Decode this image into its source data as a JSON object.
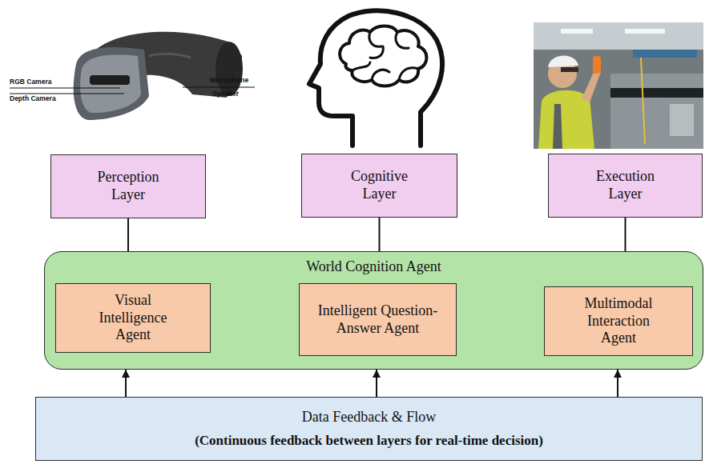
{
  "diagram": {
    "nodes": [
      {
        "text": [
          "Perception Layer"
        ]
      },
      {
        "text": [
          "Cognitive Layer"
        ]
      },
      {
        "text": [
          "Execution Layer"
        ]
      },
      {
        "text": [
          "World Cognition Agent"
        ]
      },
      {
        "text": [
          "Visual Intelligence Agent"
        ],
        "in": 3
      },
      {
        "text": [
          "Intelligent Question-Answer Agent"
        ],
        "in": 3
      },
      {
        "text": [
          "Multimodal Interaction Agent"
        ],
        "in": 3
      },
      {
        "text": [
          "Data Feedback & Flow",
          "(Continuous feedback between layers for real-time decision)"
        ]
      }
    ],
    "edges": [
      {
        "from": 0,
        "to": 3,
        "arrow": "none"
      },
      {
        "from": 1,
        "to": 3,
        "arrow": "none"
      },
      {
        "from": 2,
        "to": 3,
        "arrow": "none"
      },
      {
        "from": 7,
        "to": 3,
        "arrow": "to"
      },
      {
        "from": 7,
        "to": 3,
        "arrow": "to"
      },
      {
        "from": 7,
        "to": 3,
        "arrow": "to"
      }
    ],
    "labels": [
      "RGB Camera",
      "Depth Camera",
      "Microphone",
      "Speaker"
    ]
  }
}
